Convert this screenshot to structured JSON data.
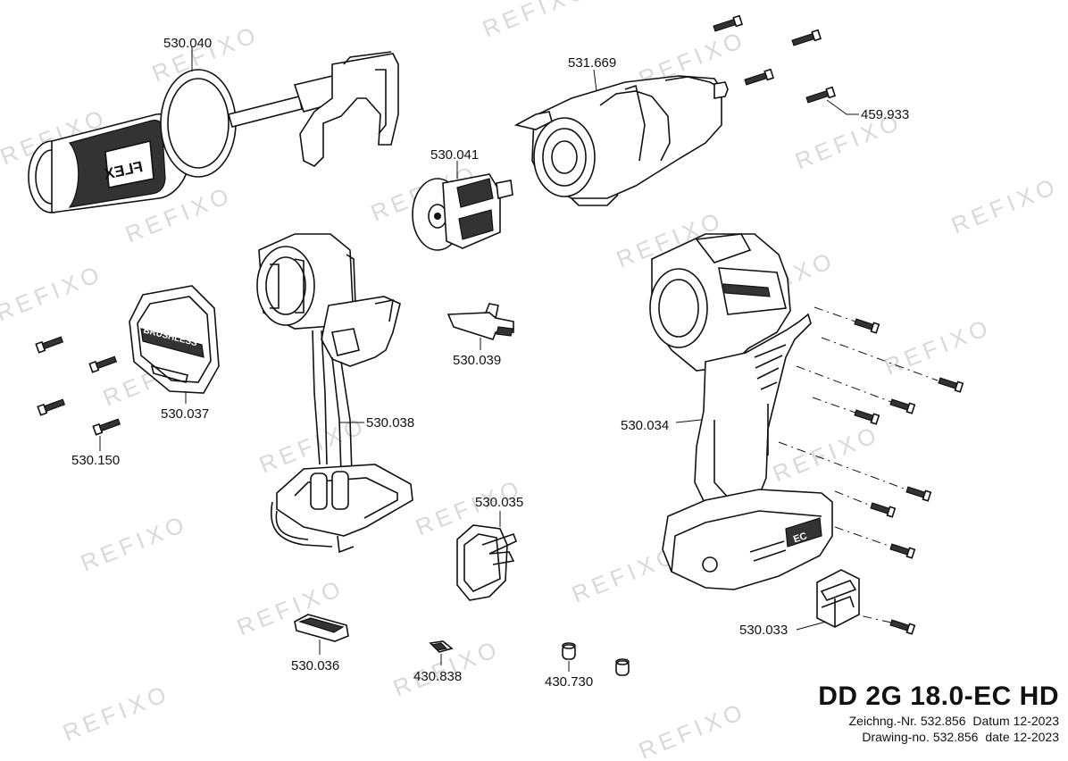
{
  "watermark": "REFIXO",
  "title_block": {
    "model": "DD 2G 18.0-EC HD",
    "line1": {
      "drawing_label": "Zeichng.-Nr.",
      "drawing_no": "532.856",
      "date_label": "Datum",
      "date": "12-2023"
    },
    "line2": {
      "drawing_label": "Drawing-no.",
      "drawing_no": "532.856",
      "date_label": "date",
      "date": "12-2023"
    }
  },
  "parts": [
    {
      "id": "p-530040",
      "label": "530.040",
      "name": "side handle"
    },
    {
      "id": "p-531669",
      "label": "531.669",
      "name": "gearbox"
    },
    {
      "id": "p-459933",
      "label": "459.933",
      "name": "gearbox screws"
    },
    {
      "id": "p-530041",
      "label": "530.041",
      "name": "rotor"
    },
    {
      "id": "p-530037",
      "label": "530.037",
      "name": "brushless cover"
    },
    {
      "id": "p-530150",
      "label": "530.150",
      "name": "cover screws"
    },
    {
      "id": "p-530039",
      "label": "530.039",
      "name": "direction switch"
    },
    {
      "id": "p-530038",
      "label": "530.038",
      "name": "stator and electronics"
    },
    {
      "id": "p-530034",
      "label": "530.034",
      "name": "housing"
    },
    {
      "id": "p-530035",
      "label": "530.035",
      "name": "belt clip"
    },
    {
      "id": "p-530033",
      "label": "530.033",
      "name": "bit holder"
    },
    {
      "id": "p-530036",
      "label": "530.036",
      "name": "led lens"
    },
    {
      "id": "p-430838",
      "label": "430.838",
      "name": "clip"
    },
    {
      "id": "p-430730",
      "label": "430.730",
      "name": "sleeves"
    }
  ],
  "decals": {
    "handle_brand": "FLEX",
    "cover_text": "BRUSHLESS",
    "battery_badge": "EC"
  }
}
